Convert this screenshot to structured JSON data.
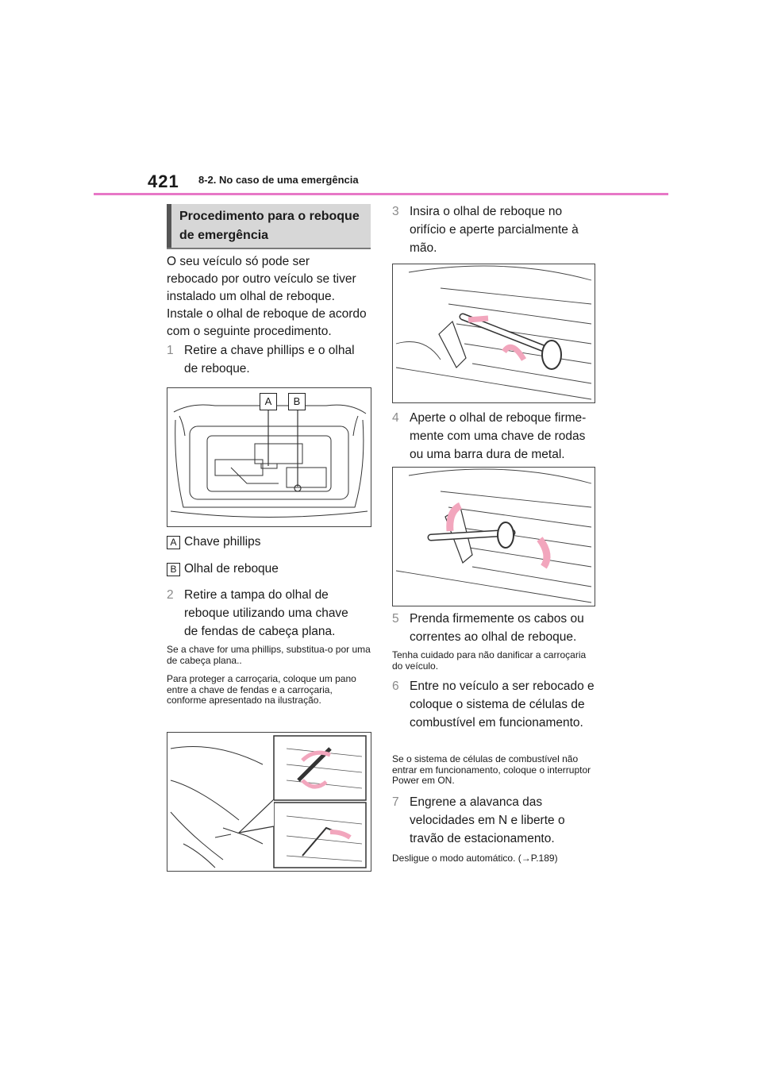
{
  "header": {
    "page_number": "421",
    "section": "8-2. No caso de uma emergência"
  },
  "section_title": "Procedimento para o reboque de emergência",
  "intro": [
    "O seu veículo só pode ser",
    "rebocado por outro veículo se tiver",
    "instalado um olhal de reboque.",
    "Instale o olhal de reboque de acordo",
    "com o seguinte procedimento."
  ],
  "steps": [
    {
      "num": "1",
      "text": "Retire a chave phillips e o olhal de reboque."
    },
    {
      "num": "2",
      "text": "Retire a tampa do olhal de reboque utilizando uma chave de fendas de cabeça plana."
    },
    {
      "num": "3",
      "text": "Insira o olhal de reboque no orifício e aperte parcialmente à mão."
    },
    {
      "num": "4",
      "text": "Aperte o olhal de reboque firme- mente com uma chave de rodas ou uma barra dura de metal."
    },
    {
      "num": "5",
      "text": "Prenda firmemente os cabos ou correntes ao olhal de reboque."
    },
    {
      "num": "6",
      "text": "Entre no veículo a ser rebocado e coloque o sistema de células de combustível em funcionamento."
    },
    {
      "num": "7",
      "text": "Engrene a alavanca das velocidades em N e liberte o travão de estacionamento."
    }
  ],
  "figure1": {
    "callouts": [
      "A",
      "B"
    ]
  },
  "legend": [
    {
      "key": "A",
      "label": "Chave phillips"
    },
    {
      "key": "B",
      "label": "Olhal de reboque"
    }
  ],
  "notes": {
    "step2_a": "Se a chave for uma phillips, substitua-o por uma de cabeça plana..",
    "step2_b": "Para proteger a carroçaria, coloque um pano entre a chave de fendas e a carroçaria, conforme apresentado na ilustração.",
    "step5": "Tenha cuidado para não danificar a carroçaria do veículo.",
    "step6": "Se o sistema de células de combustível não entrar em funcionamento, coloque o interruptor Power em ON.",
    "step7": "Desligue o modo automático. (→P.189)"
  },
  "colors": {
    "accent_rule": "#e777c7",
    "arrow_pink": "#f2a6bd",
    "section_bg": "#d7d7d7",
    "section_bar": "#555555"
  }
}
